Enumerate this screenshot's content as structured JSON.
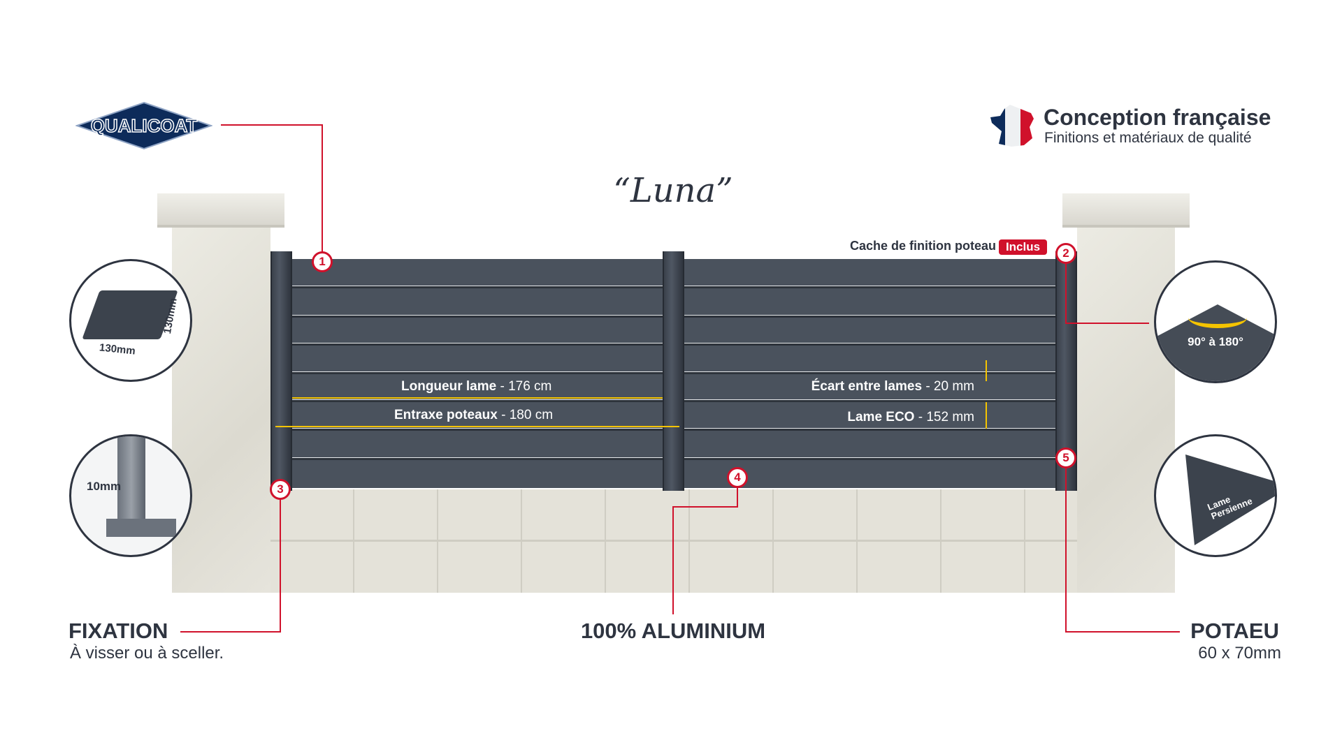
{
  "brand": {
    "qualicoat_logo": "QUALICOAT"
  },
  "header": {
    "title": "Conception française",
    "subtitle": "Finitions et matériaux de qualité"
  },
  "model_name": "“Luna”",
  "callouts": {
    "cache_label": "Cache de finition poteau",
    "cache_badge": "Inclus",
    "numbers": [
      "1",
      "2",
      "3",
      "4",
      "5"
    ]
  },
  "dimensions": {
    "longueur_label": "Longueur lame",
    "longueur_value": "- 176 cm",
    "entraxe_label": "Entraxe poteaux",
    "entraxe_value": "- 180 cm",
    "ecart_label": "Écart entre lames",
    "ecart_value": "- 20 mm",
    "lame_label": "Lame ECO",
    "lame_value": "- 152 mm"
  },
  "insets": {
    "base_w": "130mm",
    "base_h": "130mm",
    "base_thickness": "10mm",
    "angle": "90° à 180°",
    "lame_type": "Lame Persienne"
  },
  "features": {
    "fixation_title": "FIXATION",
    "fixation_sub": "À visser ou à sceller.",
    "aluminium_title": "100% ALUMINIUM",
    "poteau_title": "POTAEU",
    "poteau_sub": "60 x 70mm"
  },
  "colors": {
    "accent_red": "#d0112b",
    "panel": "#4a525d",
    "dimension_yellow": "#f5c400",
    "text": "#2e3440"
  }
}
